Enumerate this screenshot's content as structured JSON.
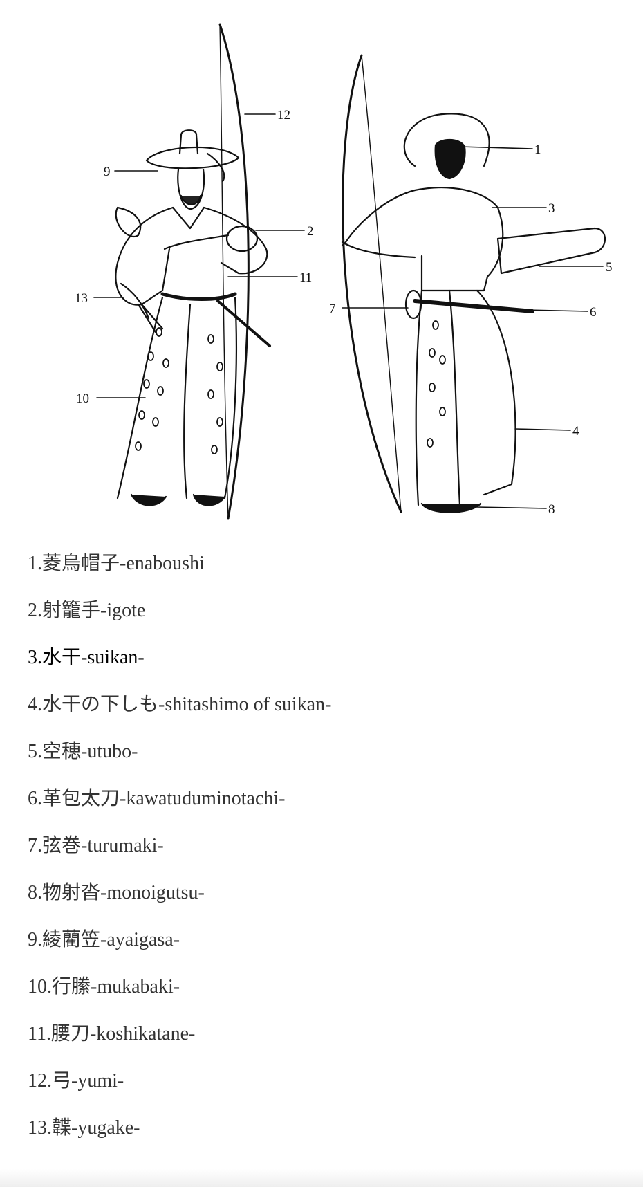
{
  "callouts": [
    "1",
    "2",
    "3",
    "4",
    "5",
    "6",
    "7",
    "8",
    "9",
    "10",
    "11",
    "12",
    "13"
  ],
  "legend": [
    {
      "num": "1.",
      "text": "菱烏帽子-enaboushi"
    },
    {
      "num": "2.",
      "text": "射籠手-igote"
    },
    {
      "num": "3.",
      "text": "水干-suikan-"
    },
    {
      "num": "4.",
      "text": "水干の下しも-shitashimo of suikan-"
    },
    {
      "num": "5.",
      "text": "空穂-utubo-"
    },
    {
      "num": "6.",
      "text": "革包太刀-kawatuduminotachi-"
    },
    {
      "num": "7.",
      "text": "弦巻-turumaki-"
    },
    {
      "num": "8.",
      "text": "物射沓-monoigutsu-"
    },
    {
      "num": "9.",
      "text": "綾藺笠-ayaigasa-"
    },
    {
      "num": "10.",
      "text": "行縢-mukabaki-"
    },
    {
      "num": "11.",
      "text": "腰刀-koshikatane-"
    },
    {
      "num": "12.",
      "text": "弓-yumi-"
    },
    {
      "num": "13.",
      "text": "韘-yugake-"
    }
  ]
}
